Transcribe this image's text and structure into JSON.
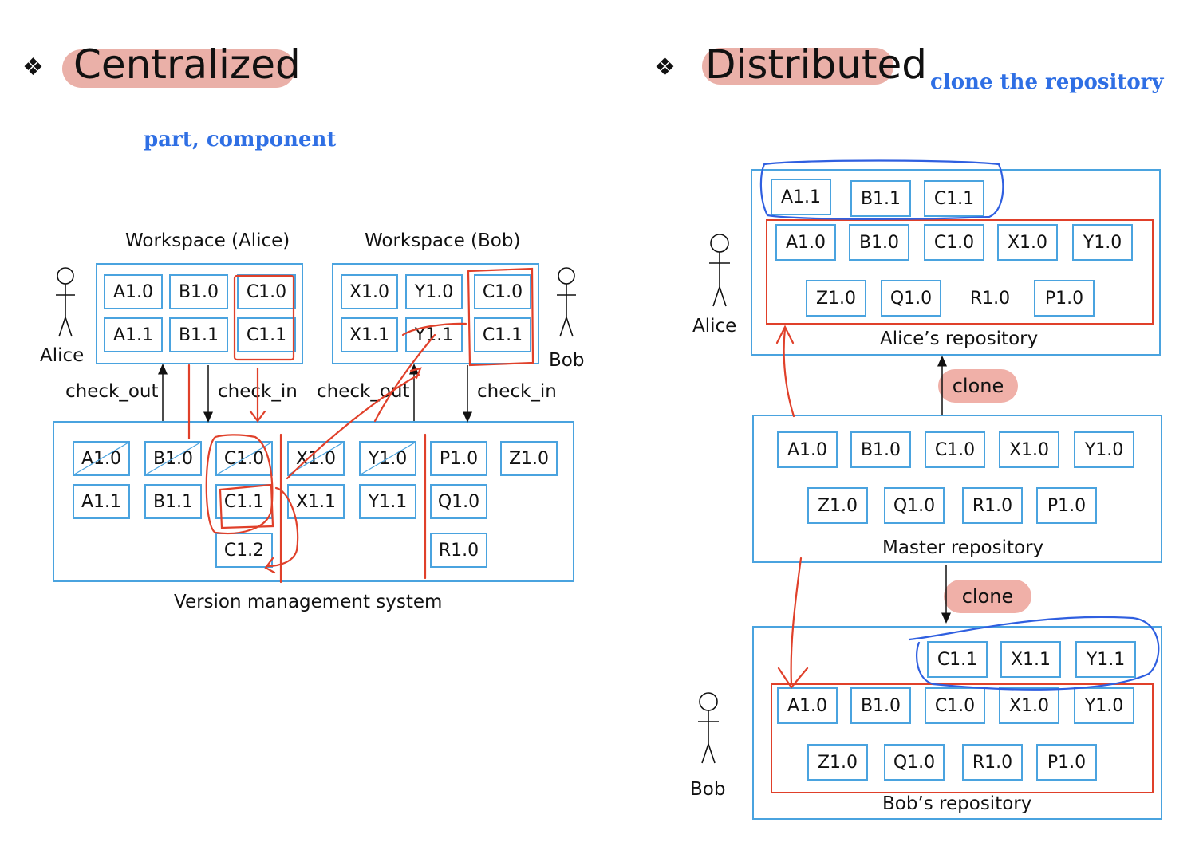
{
  "centralized": {
    "title": "Centralized",
    "annotation": "part, component",
    "workspace_alice_label": "Workspace (Alice)",
    "workspace_bob_label": "Workspace (Bob)",
    "alice_label": "Alice",
    "bob_label": "Bob",
    "alice_cells": [
      "A1.0",
      "B1.0",
      "C1.0",
      "A1.1",
      "B1.1",
      "C1.1"
    ],
    "bob_cells": [
      "X1.0",
      "Y1.0",
      "C1.0",
      "X1.1",
      "Y1.1",
      "C1.1"
    ],
    "arrows": [
      "check_out",
      "check_in",
      "check_out",
      "check_in"
    ],
    "vms_cells": [
      "A1.0",
      "B1.0",
      "C1.0",
      "X1.0",
      "Y1.0",
      "P1.0",
      "Z1.0",
      "A1.1",
      "B1.1",
      "C1.1",
      "X1.1",
      "Y1.1",
      "Q1.0",
      "C1.2",
      "R1.0"
    ],
    "vms_label": "Version management system"
  },
  "distributed": {
    "title": "Distributed",
    "annotation": "clone the repository",
    "alice_label": "Alice",
    "bob_label": "Bob",
    "alice_repo_top": [
      "A1.1",
      "B1.1",
      "C1.1"
    ],
    "alice_repo_cells": [
      "A1.0",
      "B1.0",
      "C1.0",
      "X1.0",
      "Y1.0",
      "Z1.0",
      "Q1.0",
      "R1.0",
      "P1.0"
    ],
    "alice_repo_label": "Alice’s repository",
    "clone_label_1": "clone",
    "master_cells": [
      "A1.0",
      "B1.0",
      "C1.0",
      "X1.0",
      "Y1.0",
      "Z1.0",
      "Q1.0",
      "R1.0",
      "P1.0"
    ],
    "master_label": "Master repository",
    "clone_label_2": "clone",
    "bob_repo_top": [
      "C1.1",
      "X1.1",
      "Y1.1"
    ],
    "bob_repo_cells": [
      "A1.0",
      "B1.0",
      "C1.0",
      "X1.0",
      "Y1.0",
      "Z1.0",
      "Q1.0",
      "R1.0",
      "P1.0"
    ],
    "bob_repo_label": "Bob’s repository"
  },
  "colors": {
    "box": "#4aa3df",
    "highlight": "#eab0a8",
    "annotation": "#2f6fe4",
    "red_ink": "#e0402a",
    "blue_ink": "#2f5fe0"
  },
  "icons": [
    "diamond-bullet-icon",
    "stick-figure-icon"
  ]
}
